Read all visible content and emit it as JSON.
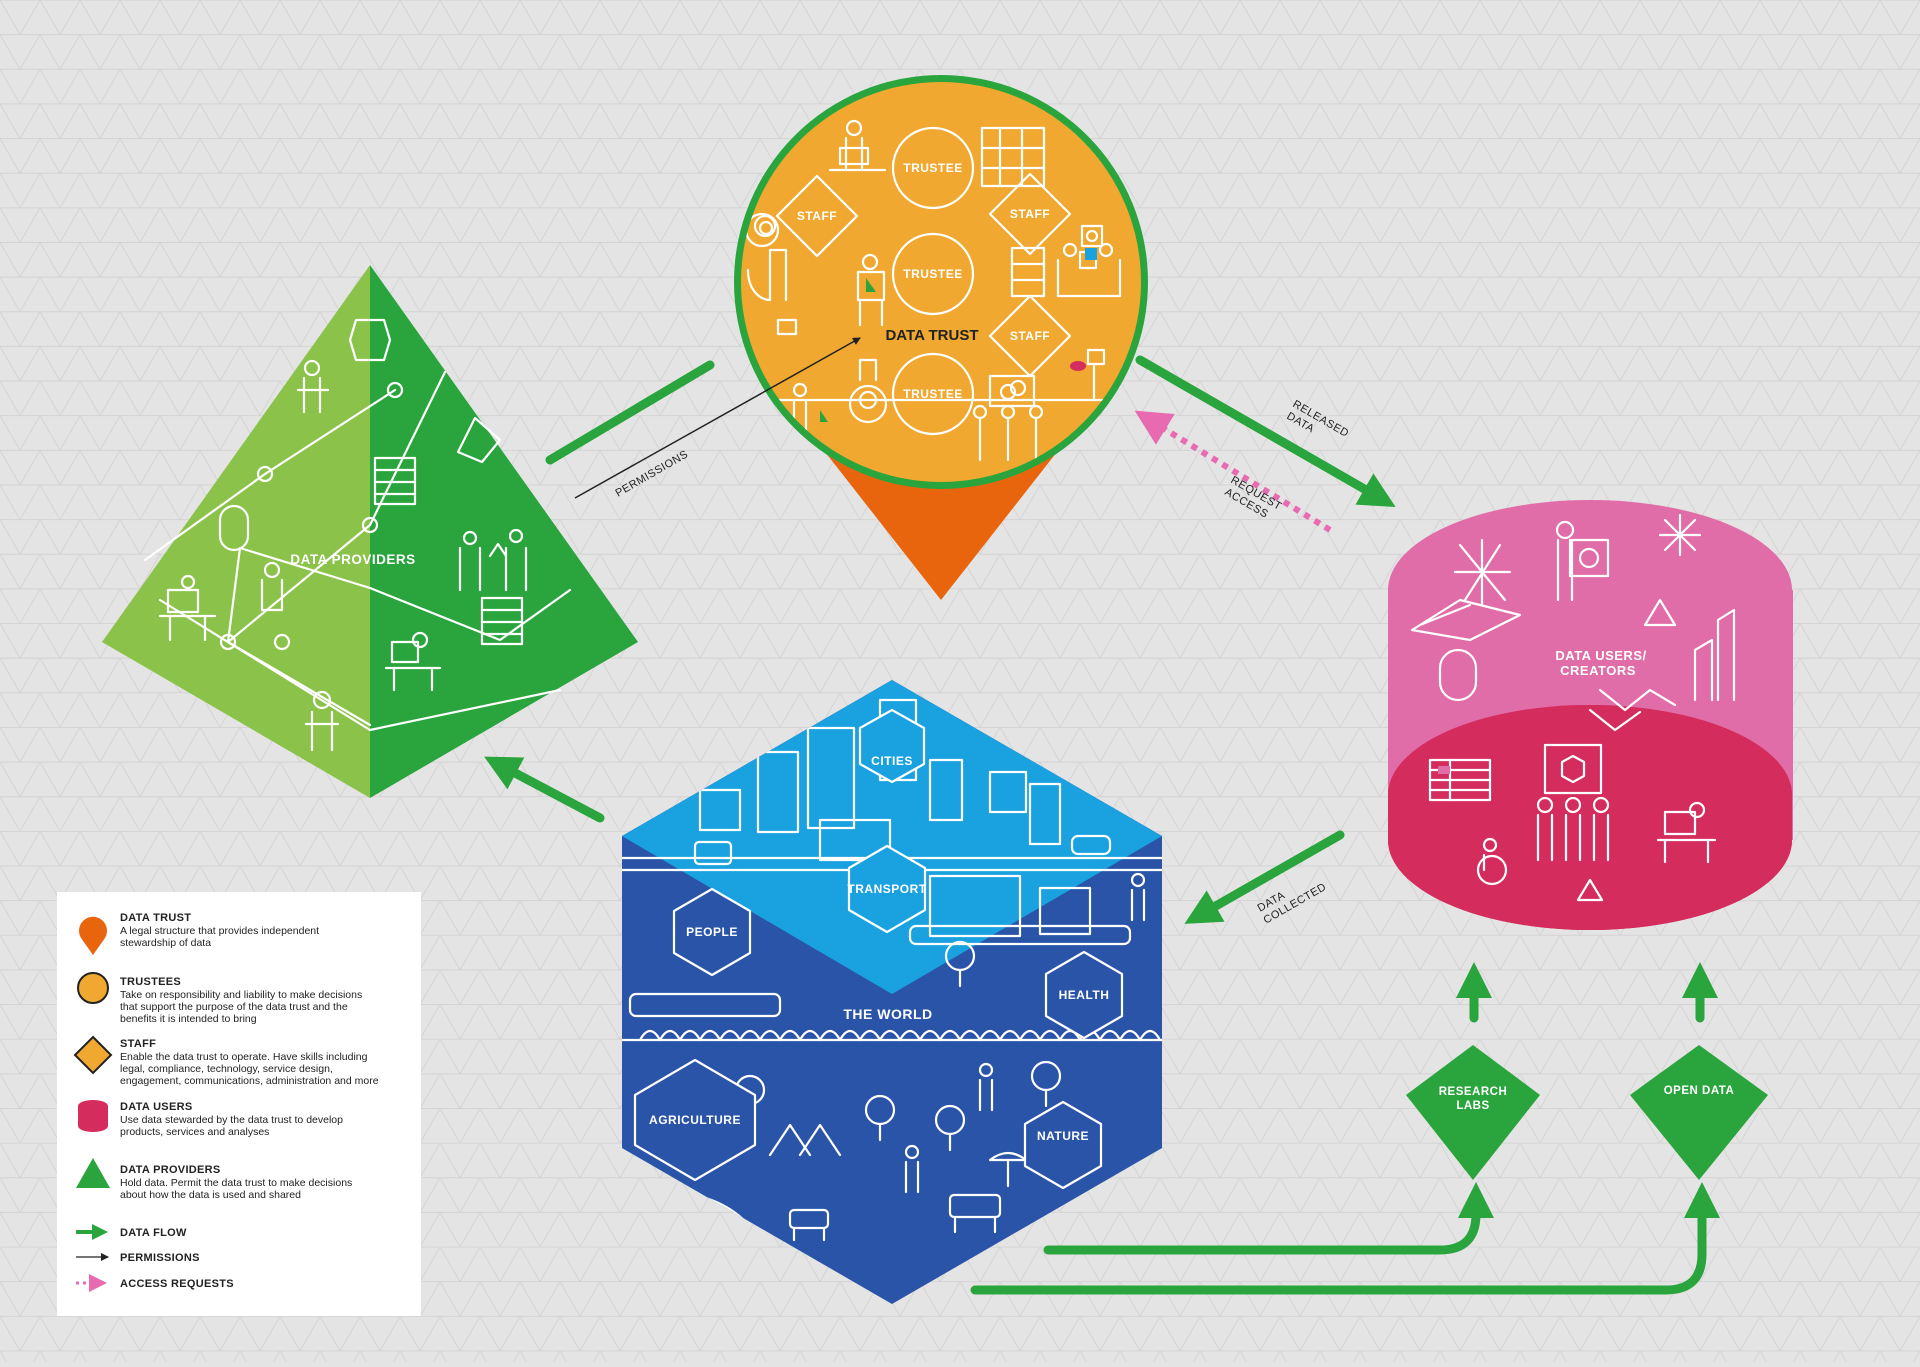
{
  "colors": {
    "background": "#e4e4e4",
    "data_trust_orange": "#f0a830",
    "data_trust_point": "#e8650e",
    "trust_ring": "#2aa43c",
    "providers_light": "#8bc34a",
    "providers_dark": "#2aa43c",
    "world_light": "#1aa2e0",
    "world_dark": "#2a54a8",
    "users_light": "#e06ca8",
    "users_dark": "#d42c5c",
    "flow_green": "#2aa43c",
    "access_pink": "#e86ab0"
  },
  "data_trust": {
    "title": "DATA TRUST",
    "trustees": [
      "TRUSTEE",
      "TRUSTEE",
      "TRUSTEE"
    ],
    "staff": [
      "STAFF",
      "STAFF",
      "STAFF"
    ]
  },
  "data_providers": {
    "title": "DATA PROVIDERS"
  },
  "data_users": {
    "title_line1": "DATA USERS/",
    "title_line2": "CREATORS"
  },
  "world": {
    "title": "THE WORLD",
    "sectors": [
      "CITIES",
      "TRANSPORT",
      "PEOPLE",
      "HEALTH",
      "AGRICULTURE",
      "NATURE"
    ]
  },
  "outputs": {
    "research_line1": "RESEARCH",
    "research_line2": "LABS",
    "open_data": "OPEN DATA"
  },
  "flows": {
    "permissions": "PERMISSIONS",
    "released_line1": "RELEASED",
    "released_line2": "DATA",
    "request_line1": "REQUEST",
    "request_line2": "ACCESS",
    "collected_line1": "DATA",
    "collected_line2": "COLLECTED"
  },
  "legend": {
    "items": [
      {
        "icon": "data-trust-icon",
        "title": "DATA TRUST",
        "desc": [
          "A legal structure that provides independent",
          "stewardship of data"
        ]
      },
      {
        "icon": "trustees-icon",
        "title": "TRUSTEES",
        "desc": [
          "Take on responsibility and liability to make decisions",
          "that support the purpose of the data trust and the",
          "benefits it is intended to bring"
        ]
      },
      {
        "icon": "staff-icon",
        "title": "STAFF",
        "desc": [
          "Enable the data trust to operate. Have skills including",
          "legal, compliance, technology, service design,",
          "engagement, communications, administration and more"
        ]
      },
      {
        "icon": "data-users-icon",
        "title": "DATA USERS",
        "desc": [
          "Use data stewarded by the data trust to develop",
          "products, services and analyses"
        ]
      },
      {
        "icon": "data-providers-icon",
        "title": "DATA PROVIDERS",
        "desc": [
          "Hold data. Permit the data trust to make decisions",
          "about how the data is used and shared"
        ]
      }
    ],
    "keys": [
      {
        "icon": "data-flow-arrow-icon",
        "label": "DATA FLOW"
      },
      {
        "icon": "permissions-arrow-icon",
        "label": "PERMISSIONS"
      },
      {
        "icon": "access-request-arrow-icon",
        "label": "ACCESS REQUESTS"
      }
    ]
  }
}
